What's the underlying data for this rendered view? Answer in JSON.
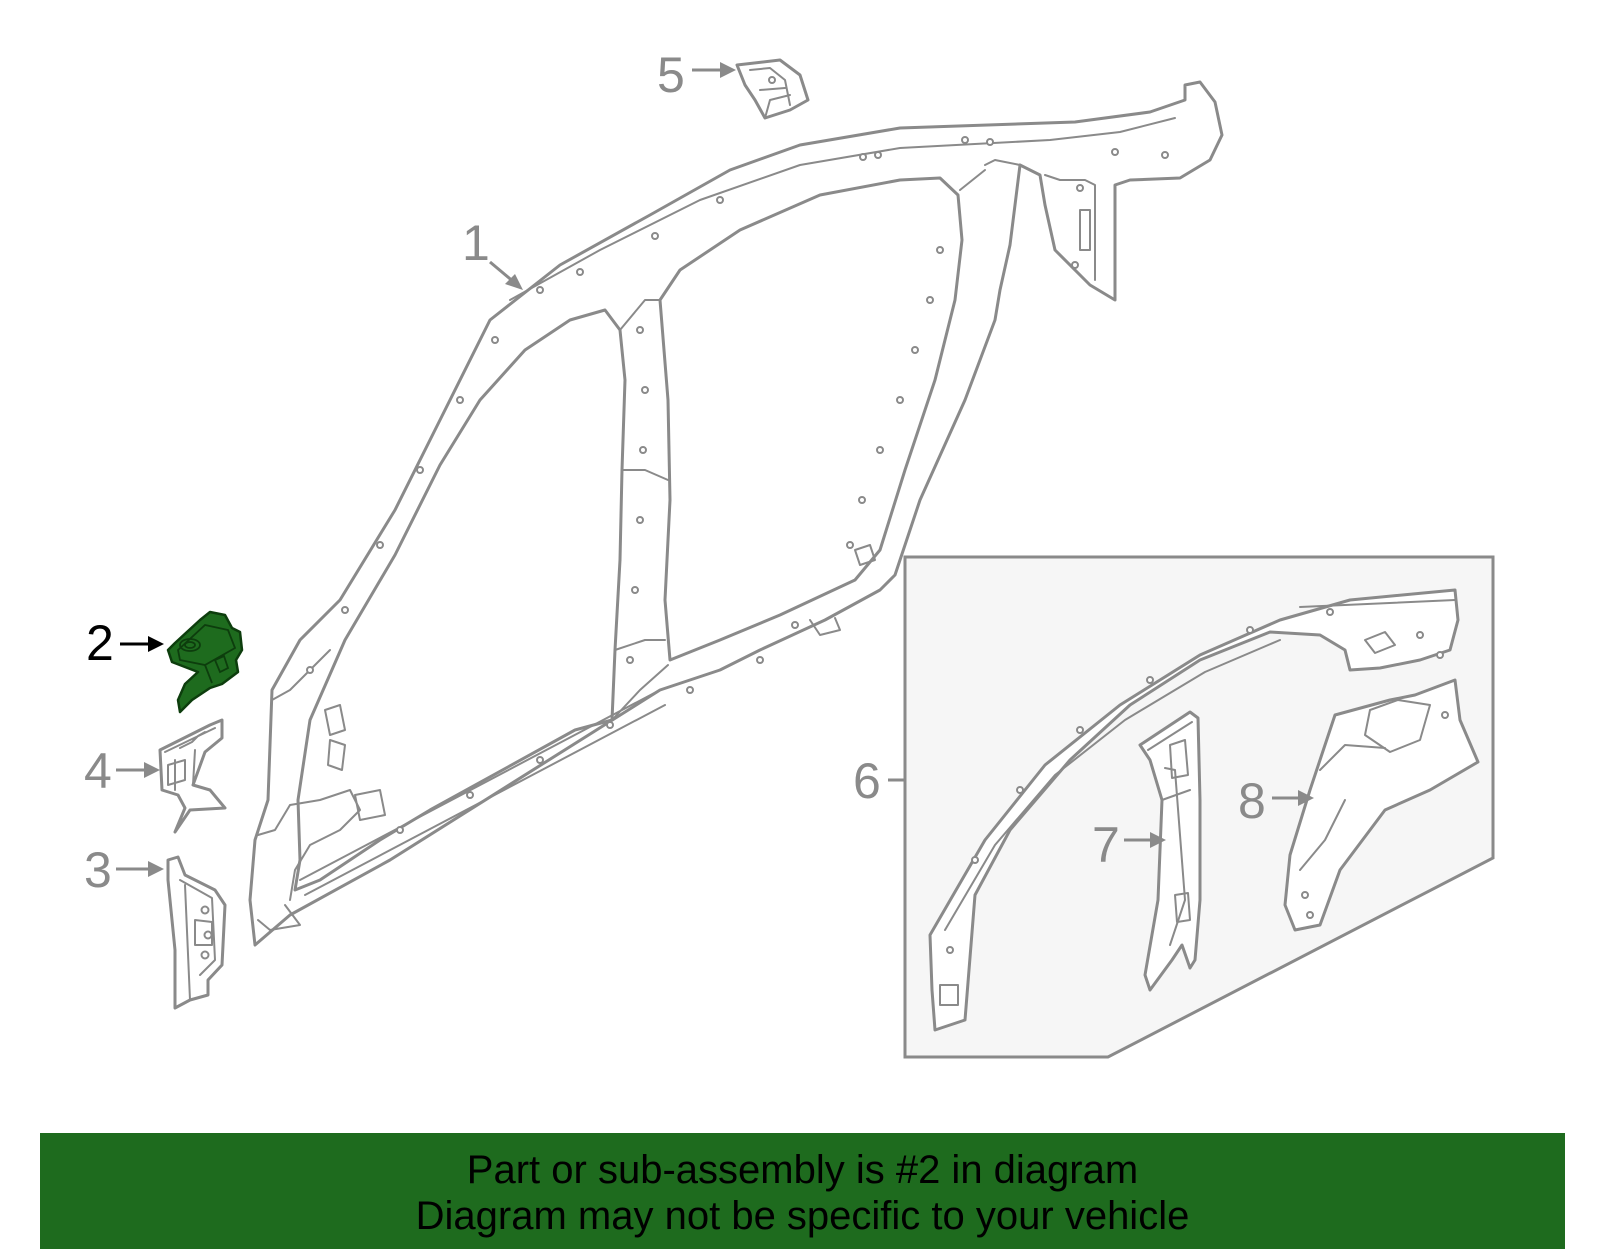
{
  "callouts": {
    "c1": "1",
    "c2": "2",
    "c3": "3",
    "c4": "4",
    "c5": "5",
    "c6": "6",
    "c7": "7",
    "c8": "8"
  },
  "highlighted_part": "2",
  "colors": {
    "highlight": "#1e6b1e",
    "line": "#8a8a8a",
    "banner": "#1e6b1e"
  },
  "banner": {
    "line1": "Part or sub-assembly is #2 in diagram",
    "line2": "Diagram may not be specific to your vehicle"
  }
}
